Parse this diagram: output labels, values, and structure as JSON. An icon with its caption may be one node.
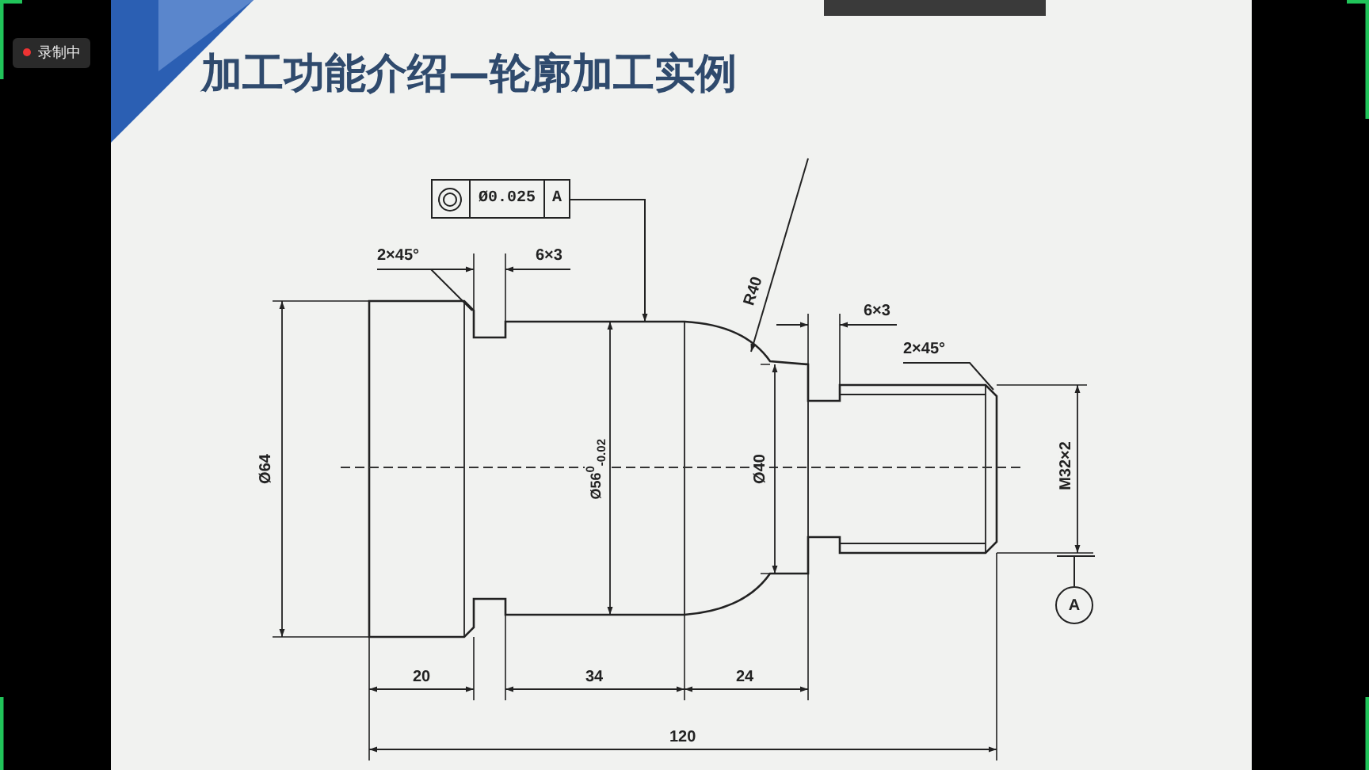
{
  "diagram": {
    "title": "加工功能介绍—轮廓加工实例",
    "nodes": [
      {
        "text": [
          "Ø0.025",
          "A"
        ]
      },
      {
        "text": [
          "2×45°"
        ]
      },
      {
        "text": [
          "R40"
        ]
      },
      {
        "text": [
          "2×45°"
        ]
      },
      {
        "text": [
          "A"
        ]
      }
    ],
    "edges": [
      {
        "from": 0,
        "to": null,
        "arrow": "to"
      },
      {
        "from": 1,
        "to": null,
        "arrow": "none"
      },
      {
        "from": null,
        "to": 2,
        "arrow": "to"
      },
      {
        "from": 3,
        "to": null,
        "arrow": "none"
      },
      {
        "from": 4,
        "to": null,
        "arrow": "none"
      }
    ],
    "labels": [
      "录制中",
      "6×3",
      "6×3",
      "Ø64",
      "Ø56$^{0}$$_{-0.02}$",
      "Ø40",
      "M32×2",
      "20",
      "34",
      "24",
      "120"
    ]
  }
}
